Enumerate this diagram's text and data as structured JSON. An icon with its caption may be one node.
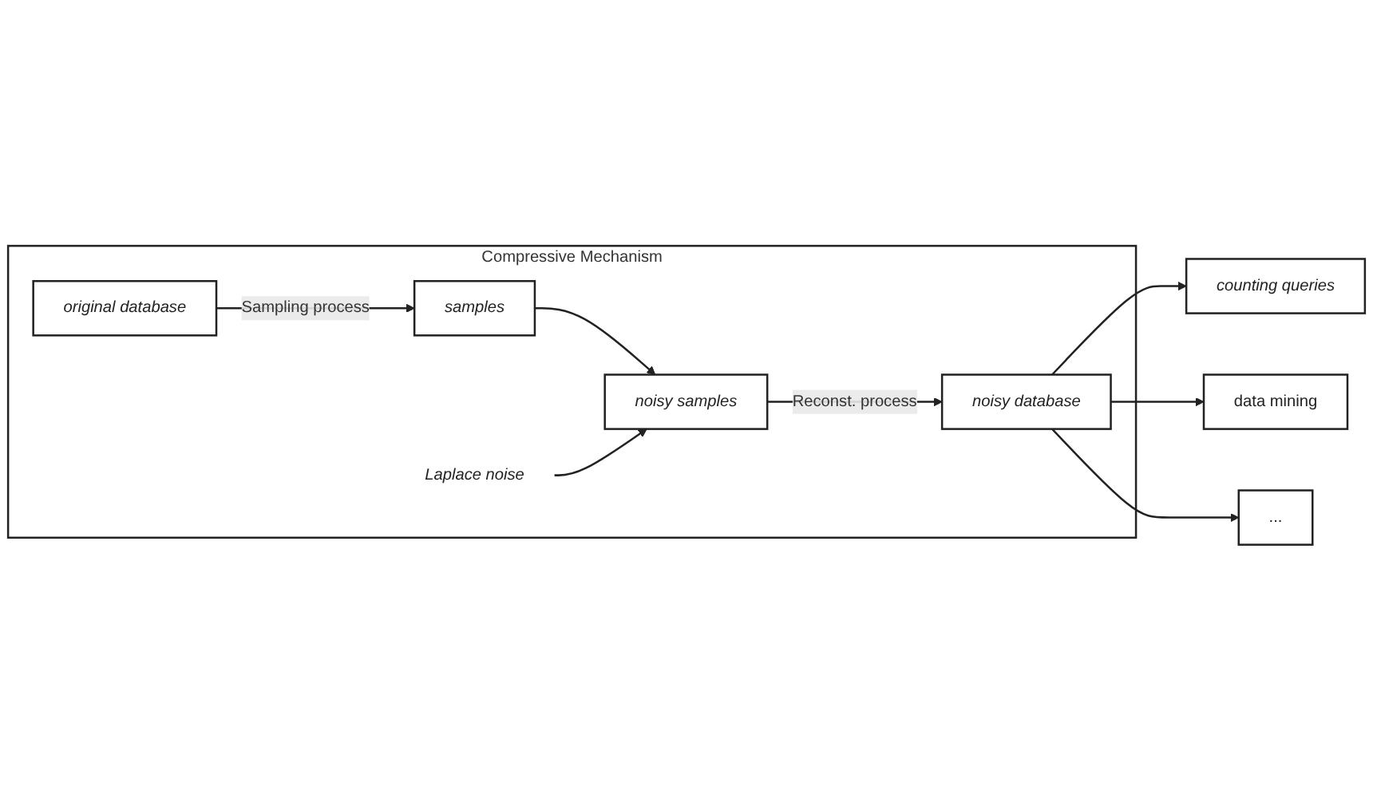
{
  "diagram": {
    "nodes": [
      {
        "text": [
          "Compressive Mechanism"
        ]
      },
      {
        "text": [
          "original database"
        ],
        "in": 0
      },
      {
        "text": [
          "samples"
        ],
        "in": 0
      },
      {
        "text": [
          "Laplace noise"
        ],
        "in": 0
      },
      {
        "text": [
          "noisy samples"
        ],
        "in": 0
      },
      {
        "text": [
          "noisy database"
        ],
        "in": 0
      },
      {
        "text": [
          "counting queries"
        ]
      },
      {
        "text": [
          "data mining"
        ]
      },
      {
        "text": [
          "..."
        ]
      }
    ],
    "edges": [
      {
        "from": 1,
        "to": 2,
        "arrow": "to",
        "label": "Sampling process"
      },
      {
        "from": 2,
        "to": 4,
        "arrow": "to"
      },
      {
        "from": 3,
        "to": 4,
        "arrow": "to"
      },
      {
        "from": 4,
        "to": 5,
        "arrow": "to",
        "label": "Reconst. process"
      },
      {
        "from": 5,
        "to": 6,
        "arrow": "to"
      },
      {
        "from": 5,
        "to": 7,
        "arrow": "to"
      },
      {
        "from": 5,
        "to": 8,
        "arrow": "to"
      }
    ]
  }
}
